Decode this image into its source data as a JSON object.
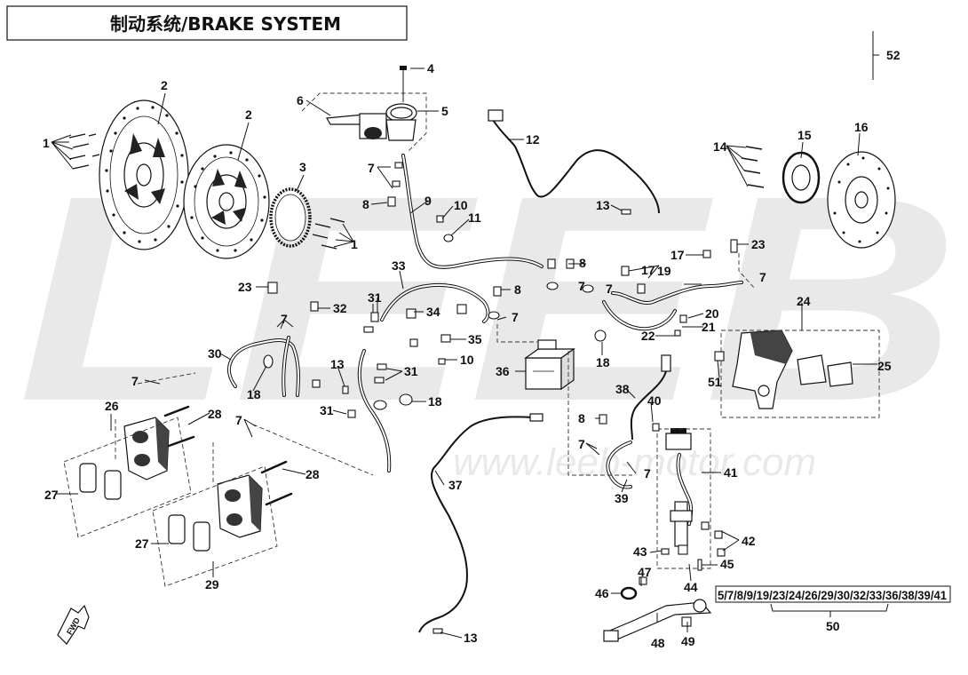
{
  "title": "制动系统/BRAKE SYSTEM",
  "watermark": {
    "logo": "LEEB",
    "site": "www.leeb-motor.com"
  },
  "common_parts_label": "5/7/8/9/19/23/24/26/29/30/32/33/36/38/39/41",
  "common_parts_number": "50",
  "fwd_label": "FWD",
  "callouts": [
    "1",
    "1",
    "2",
    "2",
    "3",
    "4",
    "5",
    "6",
    "7",
    "8",
    "9",
    "10",
    "11",
    "12",
    "13",
    "14",
    "15",
    "16",
    "17",
    "23",
    "7",
    "8",
    "8",
    "7",
    "33",
    "31",
    "32",
    "23",
    "7",
    "34",
    "35",
    "10",
    "36",
    "17",
    "19",
    "20",
    "21",
    "22",
    "18",
    "24",
    "25",
    "51",
    "30",
    "18",
    "7",
    "31",
    "13",
    "31",
    "18",
    "26",
    "28",
    "7",
    "27",
    "28",
    "27",
    "29",
    "37",
    "38",
    "40",
    "8",
    "7",
    "7",
    "39",
    "41",
    "42",
    "43",
    "45",
    "44",
    "47",
    "46",
    "48",
    "49",
    "13",
    "52",
    "7",
    "7"
  ],
  "colors": {
    "ink": "#111111",
    "watermark": "#e9e9e9",
    "background": "#ffffff"
  }
}
